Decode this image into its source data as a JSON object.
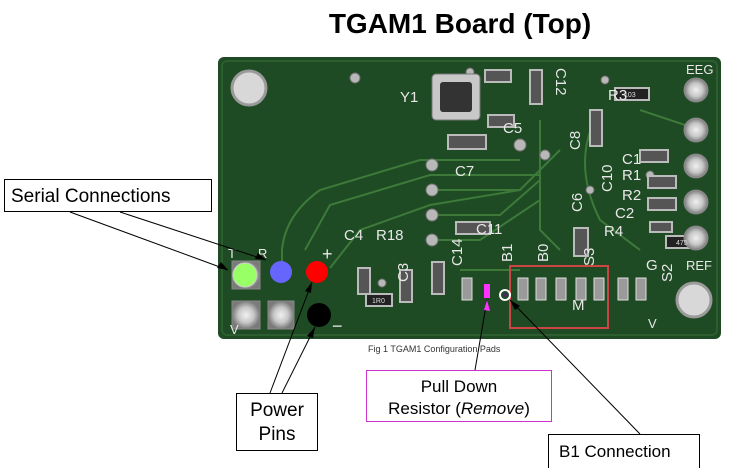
{
  "title": "TGAM1 Board (Top)",
  "callouts": {
    "serial": "Serial Connections",
    "power_line1": "Power",
    "power_line2": "Pins",
    "pulldown_line1": "Pull Down",
    "pulldown_line2_prefix": "Resistor (",
    "pulldown_line2_em": "Remove",
    "pulldown_line2_suffix": ")",
    "b1": "B1 Connection"
  },
  "silkscreen": {
    "eeg": "EEG",
    "ref": "REF",
    "y1": "Y1",
    "c12": "C12",
    "c5": "C5",
    "c7": "C7",
    "r3": "R3",
    "c8": "C8",
    "c1": "C1",
    "c10": "C10",
    "r1": "R1",
    "r2": "R2",
    "c6": "C6",
    "c2": "C2",
    "r4": "R4",
    "c11": "C11",
    "c4": "C4",
    "r18": "R18",
    "c3": "C3",
    "c14": "C14",
    "b1": "B1",
    "b0": "B0",
    "s3": "S3",
    "s2": "S2",
    "g": "G",
    "m": "M",
    "t": "T",
    "r": "R",
    "v": "V",
    "v2": "V",
    "plus": "+",
    "minus": "−",
    "r18code": "1R0",
    "r3code": "103",
    "r4code": "475",
    "caption": "Fig 1 TGAM1 Configuration Pads"
  },
  "colors": {
    "board": "#1e4a24",
    "rx_pad": "#6666ff",
    "tx_pad": "#99ff66",
    "power_pos": "#ff0000",
    "power_neg": "#000000",
    "pulldown_marker": "#ff33ff",
    "highlight_box": "#cc4444"
  }
}
